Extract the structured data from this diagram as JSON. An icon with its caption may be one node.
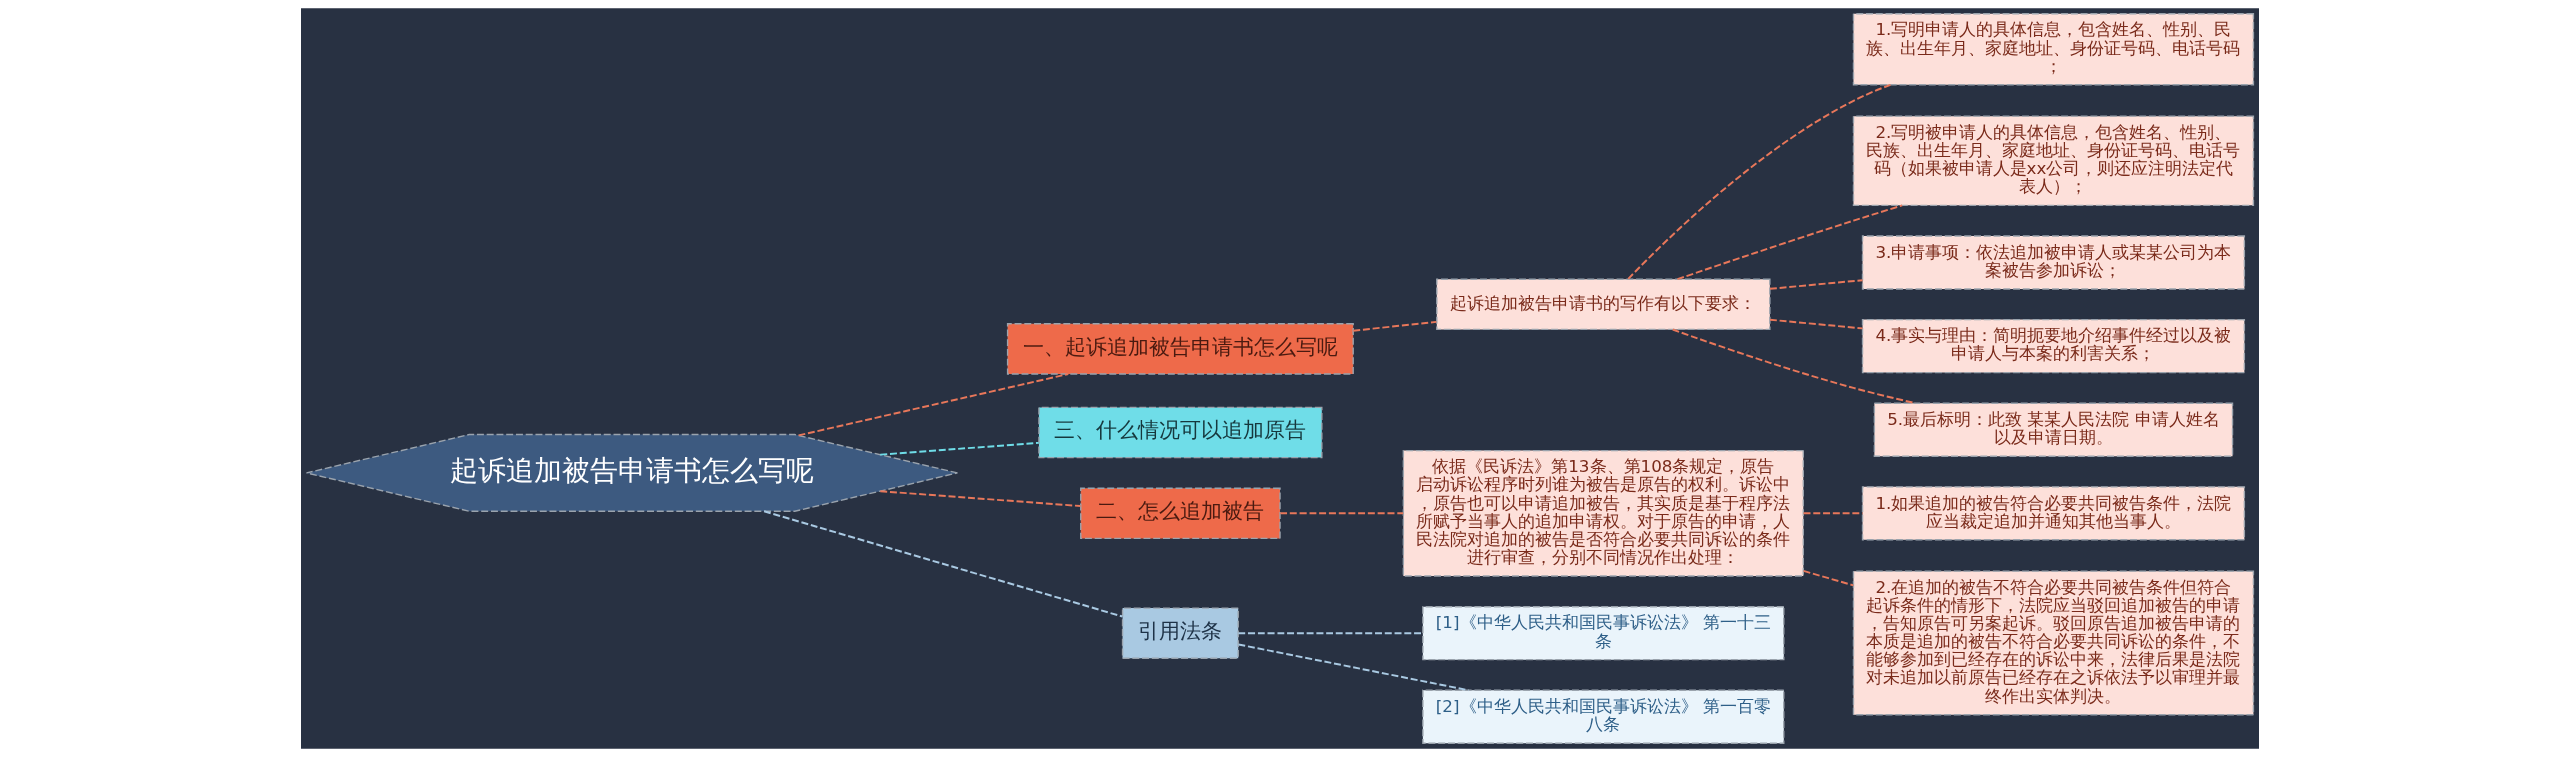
{
  "diagram": {
    "nodes": [
      {
        "text": [
          "起诉追加被告申请书怎么写呢"
        ]
      },
      {
        "text": [
          "一、起诉追加被告申请书怎么写呢"
        ]
      },
      {
        "text": [
          "起诉追加被告申请书的写作有以下要求："
        ]
      },
      {
        "text": [
          "1.写明申请人的具体信息，包含姓名、性别、民族、出生年月、家庭地址、身份证号码、电话号码；"
        ]
      },
      {
        "text": [
          "2.写明被申请人的具体信息，包含姓名、性别、民族、出生年月、家庭地址、身份证号码、电话号码（如果被申请人是xx公司，则还应注明法定代表人）；"
        ]
      },
      {
        "text": [
          "3.申请事项：依法追加被申请人或某某公司为本案被告参加诉讼；"
        ]
      },
      {
        "text": [
          "4.事实与理由：简明扼要地介绍事件经过以及被申请人与本案的利害关系；"
        ]
      },
      {
        "text": [
          "5.最后标明：此致 某某人民法院 申请人姓名以及申请日期。"
        ]
      },
      {
        "text": [
          "三、什么情况可以追加原告"
        ]
      },
      {
        "text": [
          "二、怎么追加被告"
        ]
      },
      {
        "text": [
          "依据《民诉法》第13条、第108条规定，原告启动诉讼程序时列谁为被告是原告的权利。诉讼中，原告也可以申请追加被告，其实质是基于程序法所赋予当事人的追加申请权。对于原告的申请，人民法院对追加的被告是否符合必要共同诉讼的条件进行审查，分别不同情况作出处理："
        ]
      },
      {
        "text": [
          "1.如果追加的被告符合必要共同被告条件，法院应当裁定追加并通知其他当事人。"
        ]
      },
      {
        "text": [
          "2.在追加的被告不符合必要共同被告条件但符合起诉条件的情形下，法院应当驳回追加被告的申请，告知原告可另案起诉。驳回原告追加被告申请的本质是追加的被告不符合必要共同诉讼的条件，不能够参加到已经存在的诉讼中来，法律后果是法院对未追加以前原告已经存在之诉依法予以审理并最终作出实体判决。"
        ]
      },
      {
        "text": [
          "引用法条"
        ]
      },
      {
        "text": [
          "[1]《中华人民共和国民事诉讼法》 第一十三条"
        ]
      },
      {
        "text": [
          "[2]《中华人民共和国民事诉讼法》 第一百零八条"
        ]
      }
    ],
    "edges": [
      {
        "from": 0,
        "to": 1,
        "arrow": "none",
        "style": "dashed"
      },
      {
        "from": 1,
        "to": 2,
        "arrow": "none",
        "style": "dashed"
      },
      {
        "from": 2,
        "to": 3,
        "arrow": "none",
        "style": "dashed"
      },
      {
        "from": 2,
        "to": 4,
        "arrow": "none",
        "style": "dashed"
      },
      {
        "from": 2,
        "to": 5,
        "arrow": "none",
        "style": "dashed"
      },
      {
        "from": 2,
        "to": 6,
        "arrow": "none",
        "style": "dashed"
      },
      {
        "from": 2,
        "to": 7,
        "arrow": "none",
        "style": "dashed"
      },
      {
        "from": 0,
        "to": 8,
        "arrow": "none",
        "style": "dashed",
        "color": "#6fdde8"
      },
      {
        "from": 0,
        "to": 9,
        "arrow": "none",
        "style": "dashed"
      },
      {
        "from": 9,
        "to": 10,
        "arrow": "none",
        "style": "dashed"
      },
      {
        "from": 10,
        "to": 11,
        "arrow": "none",
        "style": "dashed"
      },
      {
        "from": 10,
        "to": 12,
        "arrow": "none",
        "style": "dashed"
      },
      {
        "from": 0,
        "to": 13,
        "arrow": "none",
        "style": "dashed",
        "color": "#a9c9e2"
      },
      {
        "from": 13,
        "to": 14,
        "arrow": "none",
        "style": "dashed",
        "color": "#a9c9e2"
      },
      {
        "from": 13,
        "to": 15,
        "arrow": "none",
        "style": "dashed",
        "color": "#a9c9e2"
      }
    ]
  }
}
